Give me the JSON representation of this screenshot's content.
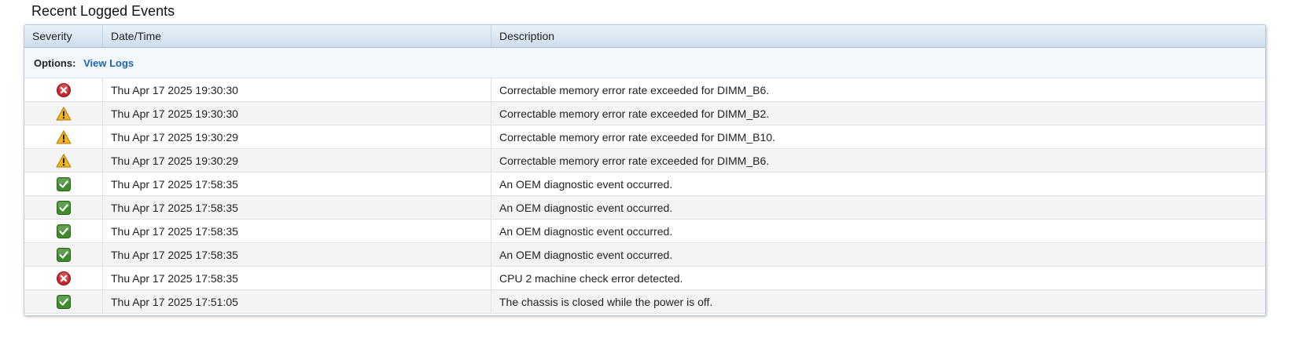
{
  "panel": {
    "title": "Recent Logged Events"
  },
  "table": {
    "columns": [
      "Severity",
      "Date/Time",
      "Description"
    ],
    "options_label": "Options:",
    "options_link": "View Logs"
  },
  "events": [
    {
      "severity": "critical",
      "icon": "critical-icon",
      "datetime": "Thu Apr 17 2025 19:30:30",
      "description": "Correctable memory error rate exceeded for DIMM_B6."
    },
    {
      "severity": "warning",
      "icon": "warning-icon",
      "datetime": "Thu Apr 17 2025 19:30:30",
      "description": "Correctable memory error rate exceeded for DIMM_B2."
    },
    {
      "severity": "warning",
      "icon": "warning-icon",
      "datetime": "Thu Apr 17 2025 19:30:29",
      "description": "Correctable memory error rate exceeded for DIMM_B10."
    },
    {
      "severity": "warning",
      "icon": "warning-icon",
      "datetime": "Thu Apr 17 2025 19:30:29",
      "description": "Correctable memory error rate exceeded for DIMM_B6."
    },
    {
      "severity": "ok",
      "icon": "ok-icon",
      "datetime": "Thu Apr 17 2025 17:58:35",
      "description": "An OEM diagnostic event occurred."
    },
    {
      "severity": "ok",
      "icon": "ok-icon",
      "datetime": "Thu Apr 17 2025 17:58:35",
      "description": "An OEM diagnostic event occurred."
    },
    {
      "severity": "ok",
      "icon": "ok-icon",
      "datetime": "Thu Apr 17 2025 17:58:35",
      "description": "An OEM diagnostic event occurred."
    },
    {
      "severity": "ok",
      "icon": "ok-icon",
      "datetime": "Thu Apr 17 2025 17:58:35",
      "description": "An OEM diagnostic event occurred."
    },
    {
      "severity": "critical",
      "icon": "critical-icon",
      "datetime": "Thu Apr 17 2025 17:58:35",
      "description": "CPU 2 machine check error detected."
    },
    {
      "severity": "ok",
      "icon": "ok-icon",
      "datetime": "Thu Apr 17 2025 17:51:05",
      "description": "The chassis is closed while the power is off."
    }
  ],
  "colors": {
    "critical": "#c9242b",
    "warning": "#f2b320",
    "ok": "#3f8a2c",
    "link": "#1c64b4",
    "header_border": "#a9bfd4"
  }
}
